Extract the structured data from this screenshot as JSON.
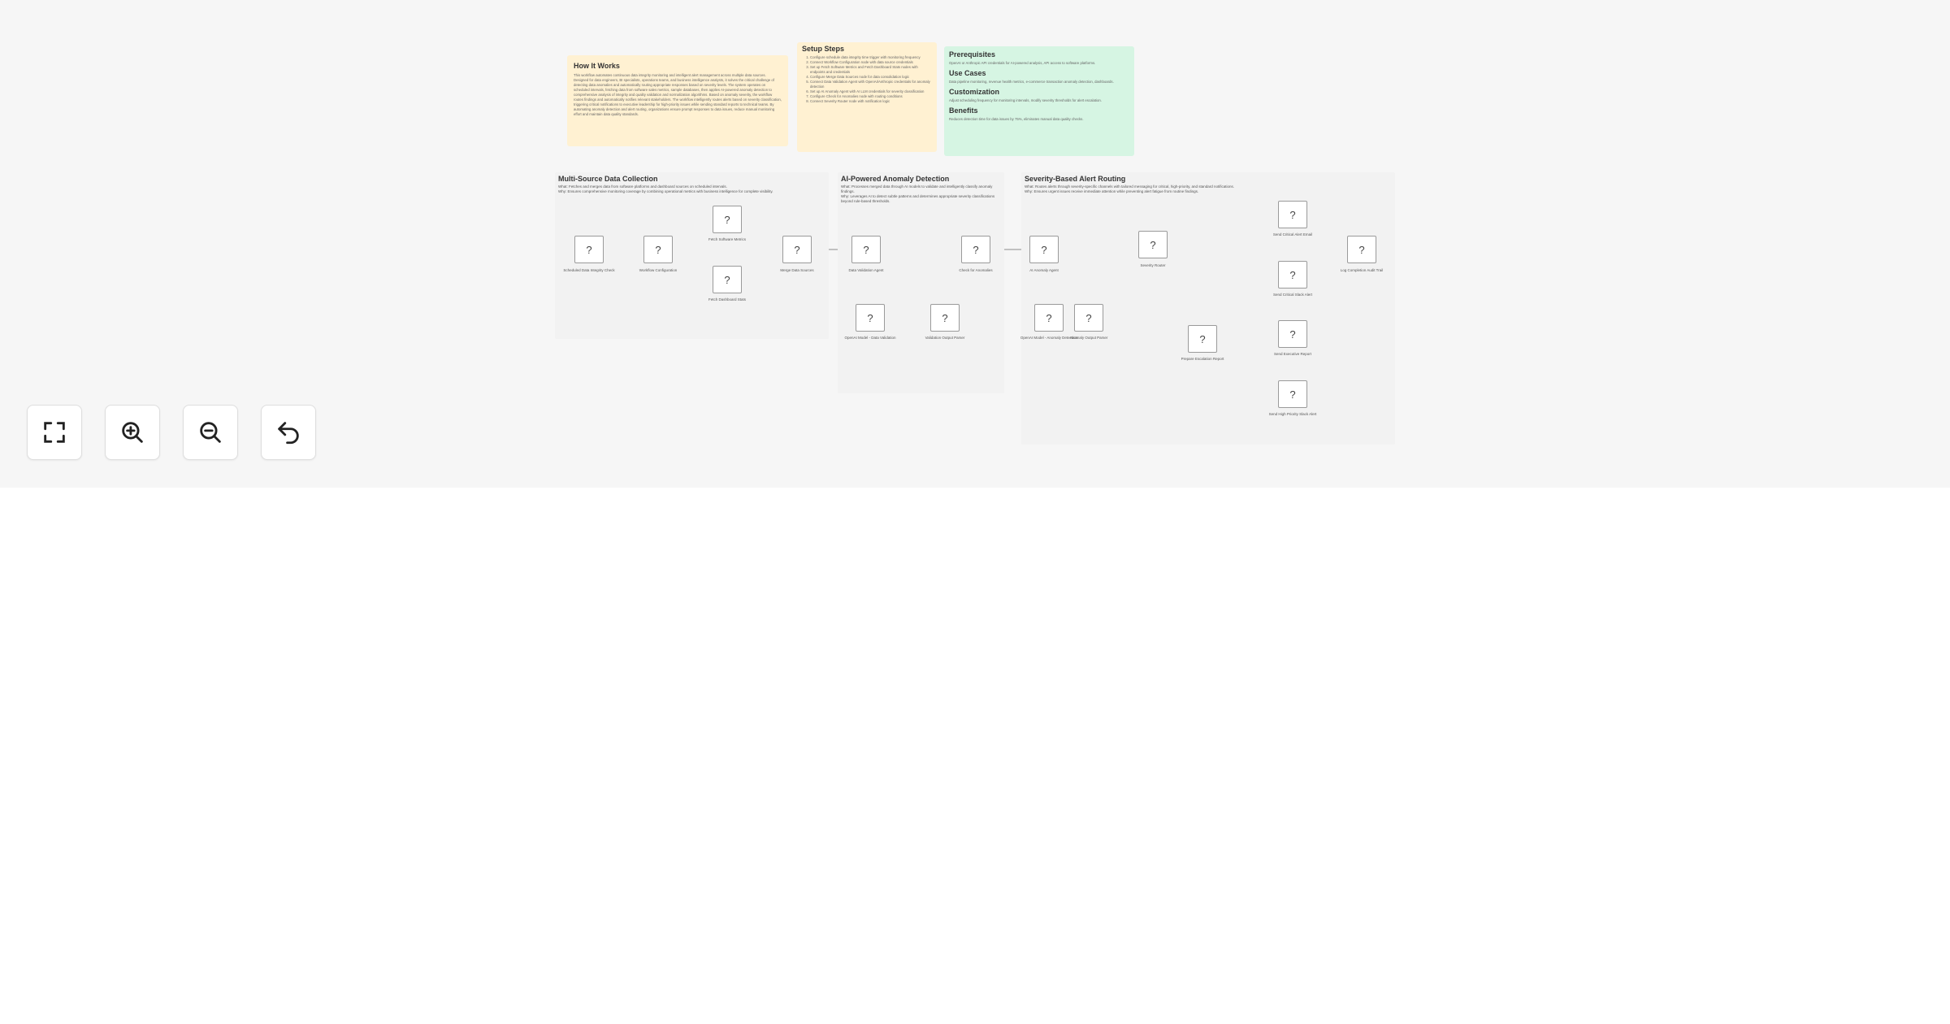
{
  "notes": {
    "how_it_works": {
      "title": "How It Works",
      "body": "This workflow automates continuous data integrity monitoring and intelligent alert management across multiple data sources. Designed for data engineers, BI specialists, operations teams, and business intelligence analysts, it solves the critical challenge of detecting data anomalies and automatically routing appropriate responses based on severity levels. The system operates on scheduled intervals, fetching data from software sales metrics, sample databases, then applies AI-powered anomaly detection to comprehensive analysis of integrity and quality validation and normalization algorithms. Based on anomaly severity, the workflow routes findings and automatically notifies relevant stakeholders. The workflow intelligently routes alerts based on severity classification, triggering critical notifications to executive leadership for high-priority issues while sending standard reports to technical teams. By automating anomaly detection and alert routing, organizations ensure prompt responses to data issues, reduce manual monitoring effort and maintain data quality standards."
    },
    "setup_steps": {
      "title": "Setup Steps",
      "items": [
        "Configure schedule data integrity time trigger with monitoring frequency",
        "Connect Workflow Configuration node with data source credentials",
        "Set up Fetch Software Metrics and Fetch Dashboard Stats nodes with endpoints and credentials",
        "Configure Merge Data Sources node for data consolidation logic",
        "Connect Data Validation Agent with OpenAI/Anthropic credentials for anomaly detection",
        "Set up AI Anomaly Agent with AI LLM credentials for severity classification",
        "Configure Check for Anomalies node with routing conditions",
        "Connect Severity Router node with notification logic"
      ]
    },
    "prerequisites": {
      "title": "Prerequisites",
      "body": "OpenAI or Anthropic API credentials for AI-powered analysis, API access to software platforms.",
      "uc_title": "Use Cases",
      "uc_body": "Data pipeline monitoring, revenue health metrics, e-commerce transaction anomaly detection, dashboards.",
      "cz_title": "Customization",
      "cz_body": "Adjust scheduling frequency for monitoring intervals, modify severity thresholds for alert escalation.",
      "bn_title": "Benefits",
      "bn_body": "Reduces detection time for data issues by 75%, eliminates manual data quality checks."
    }
  },
  "sections": [
    {
      "title": "Multi-Source Data Collection",
      "what": "What: Fetches and merges data from software platforms and dashboard sources on scheduled intervals.",
      "why": "Why: Ensures comprehensive monitoring coverage by combining operational metrics with business intelligence for complete visibility."
    },
    {
      "title": "AI-Powered Anomaly Detection",
      "what": "What: Processes merged data through AI models to validate and intelligently classify anomaly findings.",
      "why": "Why: Leverages AI to detect subtle patterns and determines appropriate severity classifications beyond rule-based thresholds."
    },
    {
      "title": "Severity-Based Alert Routing",
      "what": "What: Routes alerts through severity-specific channels with tailored messaging for critical, high-priority, and standard notifications.",
      "why": "Why: Ensures urgent issues receive immediate attention while preventing alert fatigue from routine findings."
    }
  ],
  "nodes": [
    {
      "icon": "?",
      "label": "Scheduled Data Integrity Check"
    },
    {
      "icon": "?",
      "label": "Workflow Configuration"
    },
    {
      "icon": "?",
      "label": "Fetch Software Metrics"
    },
    {
      "icon": "?",
      "label": "Fetch Dashboard Stats"
    },
    {
      "icon": "?",
      "label": "Merge Data Sources"
    },
    {
      "icon": "?",
      "label": "Data Validation Agent"
    },
    {
      "icon": "?",
      "label": "Check for Anomalies"
    },
    {
      "icon": "?",
      "label": "OpenAI Model - Data Validation"
    },
    {
      "icon": "?",
      "label": "Validation Output Parser"
    },
    {
      "icon": "?",
      "label": "AI Anomaly Agent"
    },
    {
      "icon": "?",
      "label": "Severity Router"
    },
    {
      "icon": "?",
      "label": "OpenAI Model - Anomaly Detection"
    },
    {
      "icon": "?",
      "label": "Anomaly Output Parser"
    },
    {
      "icon": "?",
      "label": "Send Critical Alert Email"
    },
    {
      "icon": "?",
      "label": "Send Critical Slack Alert"
    },
    {
      "icon": "?",
      "label": "Prepare Escalation Report"
    },
    {
      "icon": "?",
      "label": "Send Executive Report"
    },
    {
      "icon": "?",
      "label": "Send High Priority Slack Alert"
    },
    {
      "icon": "?",
      "label": "Log Completion Audit Trail"
    }
  ],
  "controls": {
    "fit_view": "fit-view-icon",
    "zoom_in": "zoom-in-icon",
    "zoom_out": "zoom-out-icon",
    "reset": "undo-icon"
  }
}
